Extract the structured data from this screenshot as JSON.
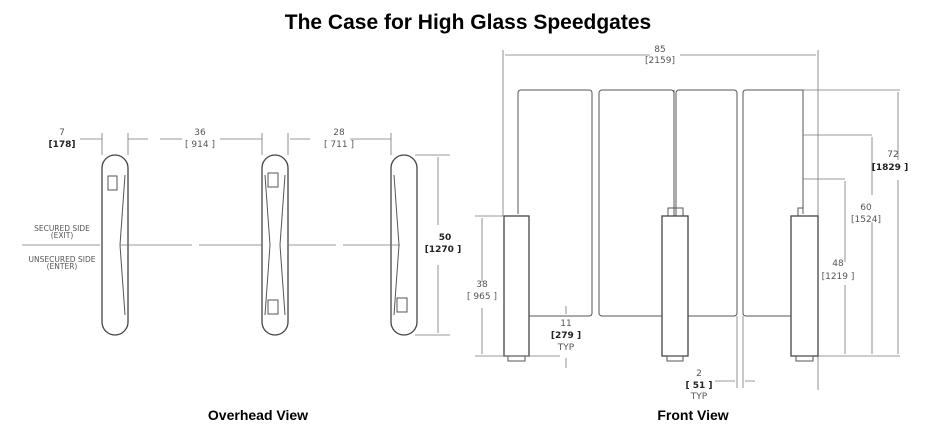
{
  "title": "The Case for High Glass Speedgates",
  "overhead": {
    "caption": "Overhead View",
    "secured_side": "SECURED SIDE",
    "secured_sub": "(EXIT)",
    "unsecured_side": "UNSECURED SIDE",
    "unsecured_sub": "(ENTER)",
    "dims": [
      {
        "in": "7",
        "mm": "[178]"
      },
      {
        "in": "36",
        "mm": "[ 914 ]"
      },
      {
        "in": "28",
        "mm": "[ 711 ]"
      },
      {
        "in": "50",
        "mm": "[1270 ]"
      }
    ]
  },
  "front": {
    "caption": "Front View",
    "dims": {
      "width": {
        "in": "85",
        "mm": "[2159]"
      },
      "height": {
        "in": "72",
        "mm": "[1829 ]"
      },
      "h60": {
        "in": "60",
        "mm": "[1524]"
      },
      "h48": {
        "in": "48",
        "mm": "[1219  ]"
      },
      "post": {
        "in": "38",
        "mm": "[ 965 ]"
      },
      "gap_bottom": {
        "in": "11",
        "mm": "[279 ]",
        "note": "TYP"
      },
      "gap_panel": {
        "in": "2",
        "mm": "[ 51 ]",
        "note": "TYP"
      }
    }
  }
}
